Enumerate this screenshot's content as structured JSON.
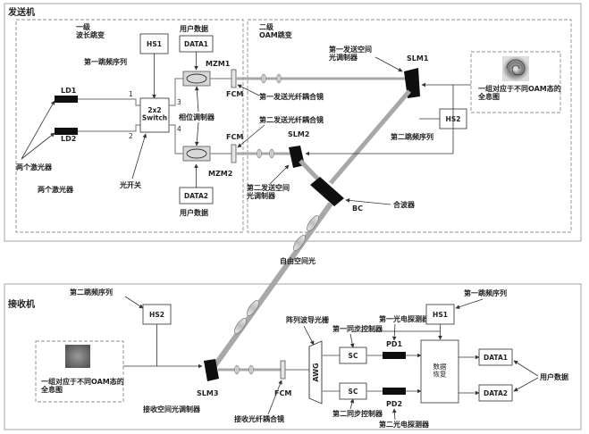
{
  "sections": {
    "transmitter": "发送机",
    "receiver": "接收机"
  },
  "tx": {
    "stage1_title": "一级\n波长跳变",
    "stage2_title": "二级\nOAM跳变",
    "hs1": "HS1",
    "hs1_label": "第一跳频序列",
    "ld1": "LD1",
    "ld2": "LD2",
    "lasers_label": "两个激光器",
    "lasers_label_2": "两个激光器",
    "switch": "2x2\nSwitch",
    "switch_label": "光开关",
    "port1": "1",
    "port2": "2",
    "port3": "3",
    "port4": "4",
    "user_data_top": "用户数据",
    "data1": "DATA1",
    "data2": "DATA2",
    "user_data_bottom": "用户数据",
    "mzm1": "MZM1",
    "mzm2": "MZM2",
    "phase_mod": "相位调制器",
    "fcm1": "FCM",
    "fcm2": "FCM",
    "fcm1_label": "第一发送光纤耦合镜",
    "fcm2_label": "第二发送光纤耦合镜",
    "slm1": "SLM1",
    "slm1_label": "第一发送空间\n光调制器",
    "slm2": "SLM2",
    "slm2_label": "第二发送空间\n光调制器",
    "hs2": "HS2",
    "hs2_label": "第二跳频序列",
    "hologram_label": "一组对应于不同OAM态的\n全息图",
    "bc": "BC",
    "bc_label": "合波器"
  },
  "free_space": "自由空间光",
  "rx": {
    "hs2": "HS2",
    "hs2_label": "第二跳频序列",
    "hologram_label": "一组对应于不同OAM态的\n全息图",
    "slm3": "SLM3",
    "slm3_label": "接收空间光调制器",
    "fcm": "FCM",
    "fcm_label": "接收光纤耦合镜",
    "awg": "AWG",
    "awg_label": "阵列波导光栅",
    "sc1": "SC",
    "sc2": "SC",
    "sync1_label": "第一同步控制器",
    "sync2_label": "第二同步控制器",
    "pd1": "PD1",
    "pd2": "PD2",
    "pd1_label": "第一光电探测器",
    "pd2_label": "第二光电探测器",
    "hs1": "HS1",
    "hs1_label": "第一跳频序列",
    "recovery": "数据\n恢复",
    "data1": "DATA1",
    "data2": "DATA2",
    "user_data": "用户数据"
  }
}
